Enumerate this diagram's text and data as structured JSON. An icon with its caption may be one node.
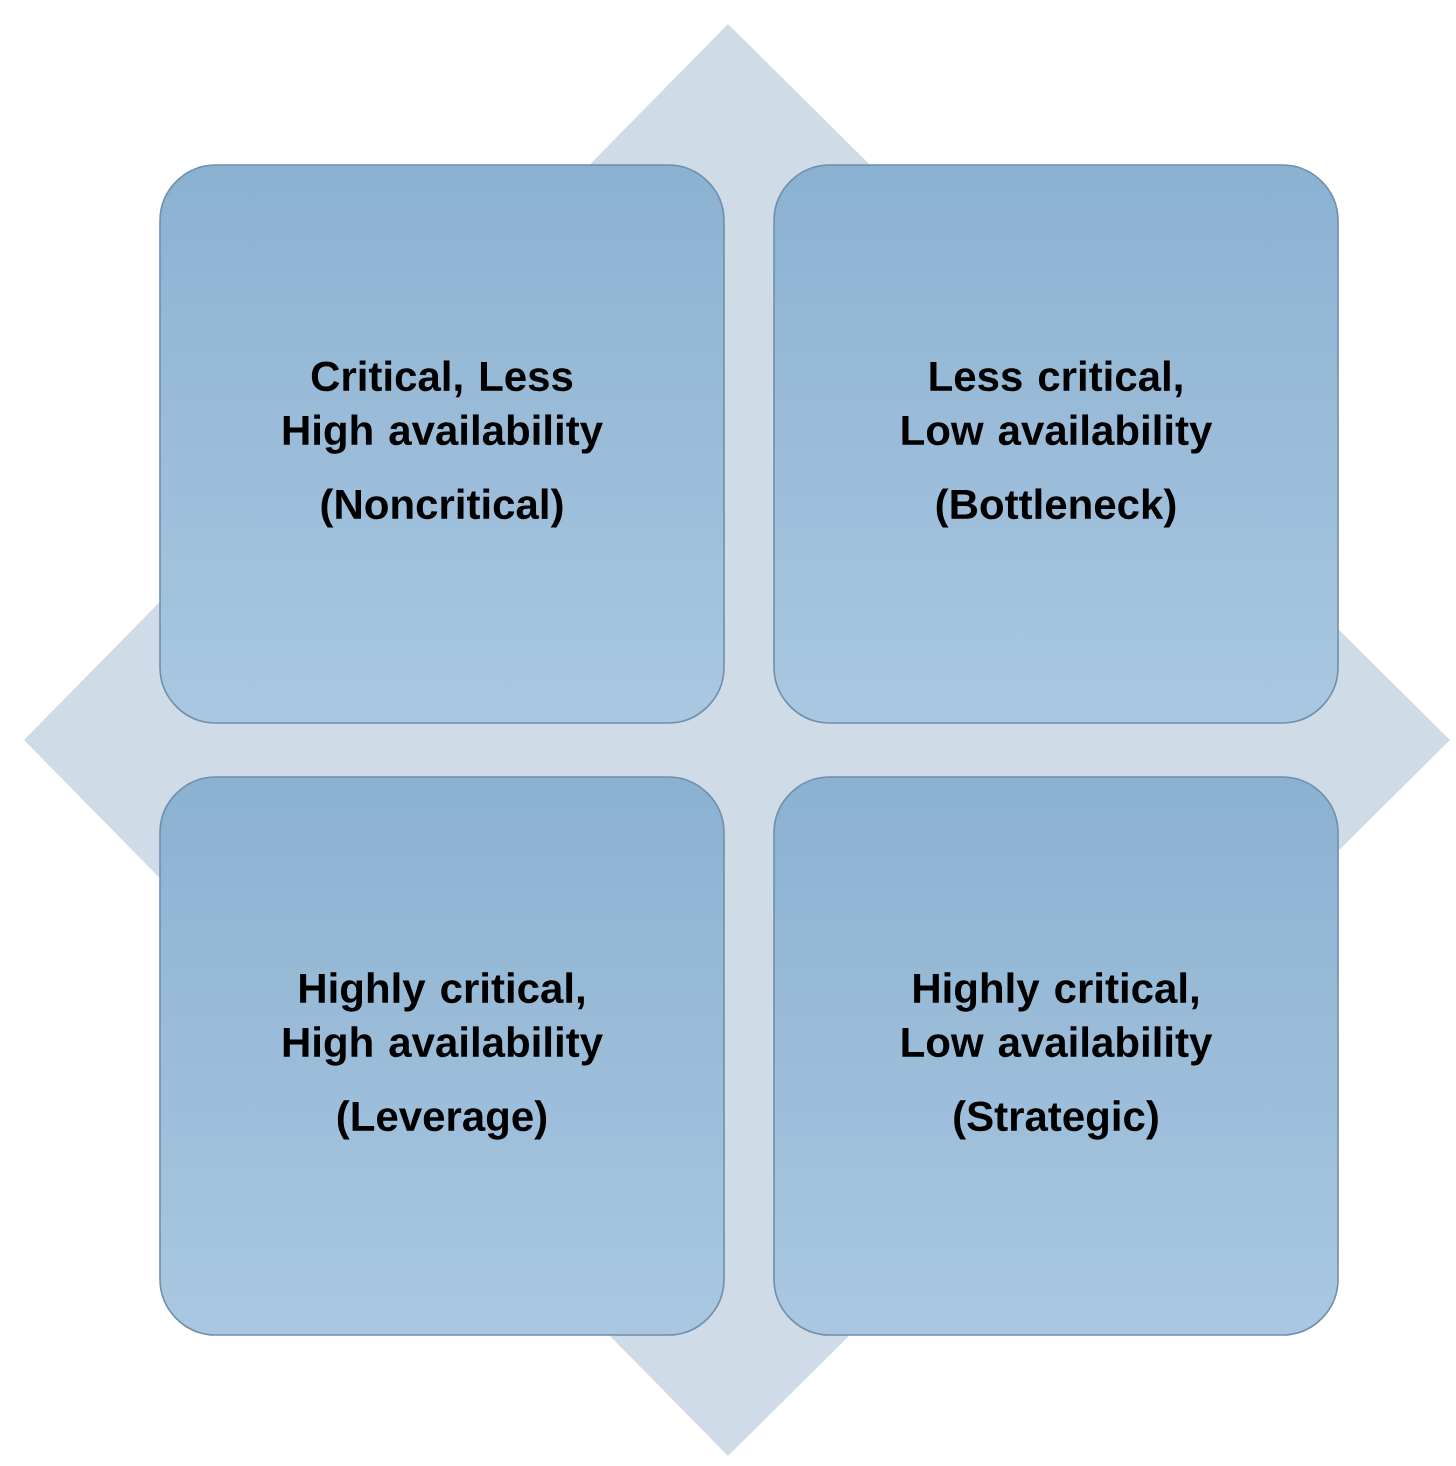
{
  "diagram": {
    "nodes": [
      {
        "text": [
          "Critical, Less High availability",
          "(Noncritical)"
        ]
      },
      {
        "text": [
          "Less critical, Low availability",
          "(Bottleneck)"
        ]
      },
      {
        "text": [
          "Highly critical, High availability",
          "(Leverage)"
        ]
      },
      {
        "text": [
          "Highly critical, Low availability",
          "(Strategic)"
        ]
      }
    ]
  }
}
